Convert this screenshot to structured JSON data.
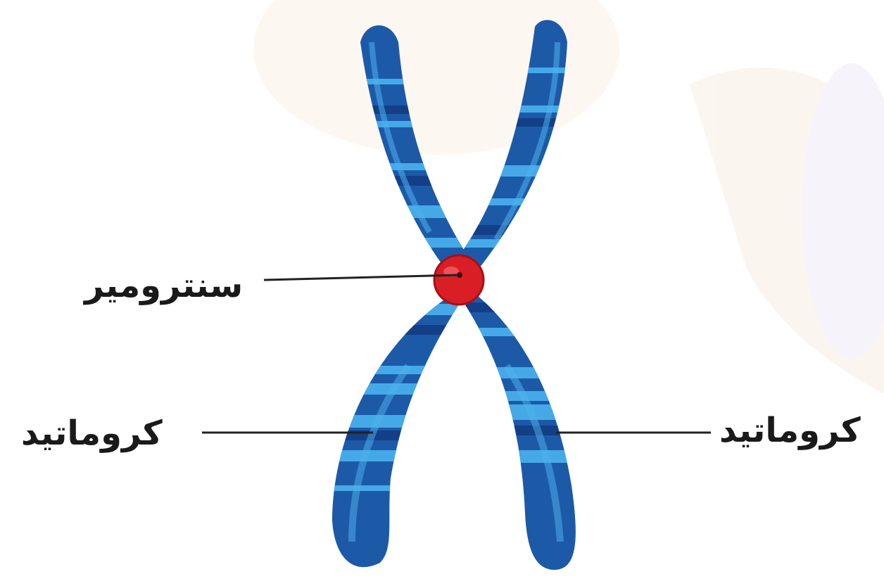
{
  "labels": {
    "centromere": "سنترومير",
    "chromatid_left": "كروماتيد",
    "chromatid_right": "كروماتيد"
  },
  "colors": {
    "chromatid_dark": "#1c5aa8",
    "chromatid_band_light": "#45a9e8",
    "chromatid_band_dark": "#123f86",
    "centromere": "#d91e25",
    "leader_line": "#222222",
    "watermark": "#f4e6d8"
  }
}
